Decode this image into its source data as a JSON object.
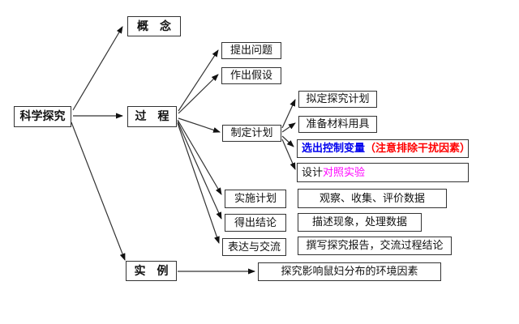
{
  "diagram": {
    "title_hint": "科学探究流程图",
    "palette": {
      "line": "#333333",
      "box_border": "#333333",
      "text": "#111111",
      "highlight_blue": "#0000ee",
      "highlight_red": "#ff0000",
      "highlight_magenta": "#ff00ff",
      "background": "#ffffff"
    },
    "nodes": {
      "root": "科学探究",
      "concept": "概　念",
      "process": "过　程",
      "example": "实　例",
      "propose_question": "提出问题",
      "make_hypothesis": "作出假设",
      "make_plan": "制定计划",
      "draft_plan": "拟定探究计划",
      "prepare_materials": "准备材料用具",
      "control_variable_main": "选出控制变量",
      "control_variable_note": "（注意排除干扰因素）",
      "design_prefix": "设计",
      "design_highlight": "对照实验",
      "implement_plan": "实施计划",
      "observe_collect": "观察、收集、评价数据",
      "draw_conclusion": "得出结论",
      "describe_data": "描述现象，处理数据",
      "express_communicate": "表达与交流",
      "write_report": "撰写探究报告，交流过程结论",
      "example_case": "探究影响鼠妇分布的环境因素"
    },
    "edges": [
      "科学探究→概念",
      "科学探究→过程",
      "科学探究→实例",
      "过程→提出问题",
      "过程→作出假设",
      "过程→制定计划",
      "过程→实施计划",
      "过程→得出结论",
      "过程→表达与交流",
      "制定计划→拟定探究计划",
      "制定计划→准备材料用具",
      "制定计划→选出控制变量",
      "制定计划→设计对照实验",
      "实例→探究影响鼠妇分布的环境因素"
    ]
  }
}
